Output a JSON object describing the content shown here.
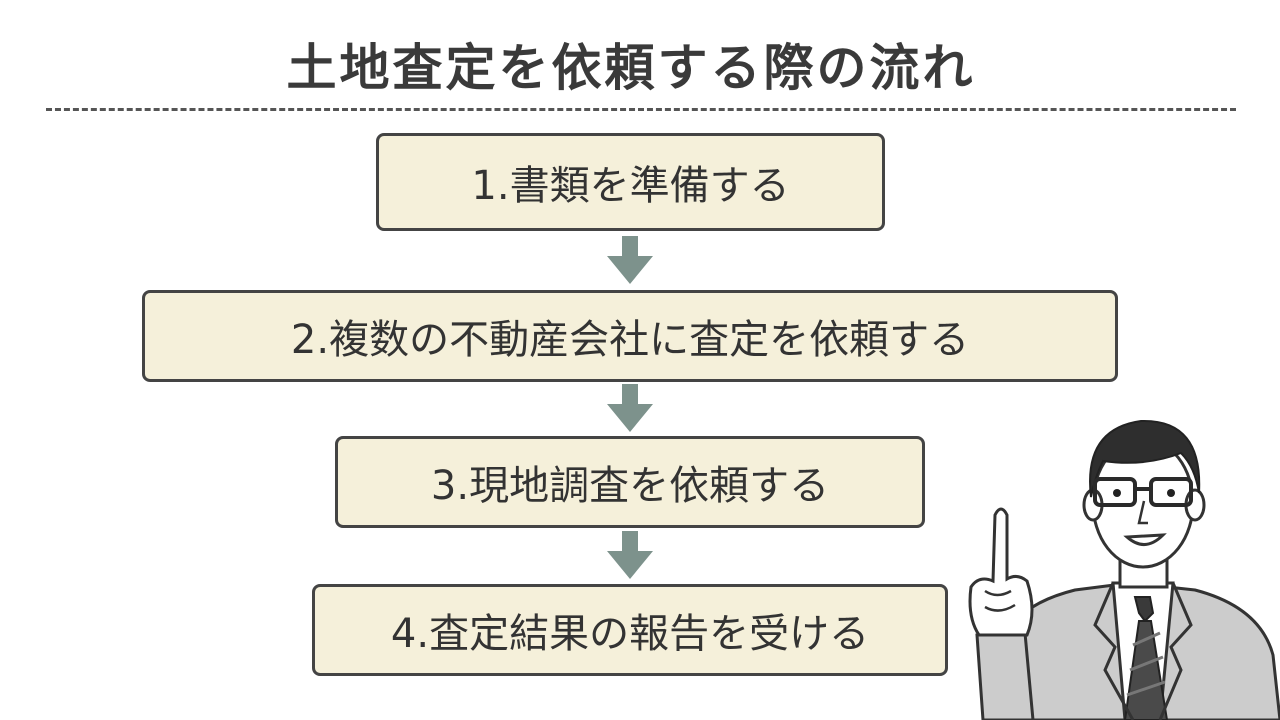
{
  "title": "土地査定を依頼する際の流れ",
  "steps": [
    "1.書類を準備する",
    "2.複数の不動産会社に査定を依頼する",
    "3.現地調査を依頼する",
    "4.査定結果の報告を受ける"
  ],
  "colors": {
    "box_fill": "#f5f0da",
    "box_border": "#444444",
    "arrow": "#7d928c",
    "text": "#333333"
  }
}
